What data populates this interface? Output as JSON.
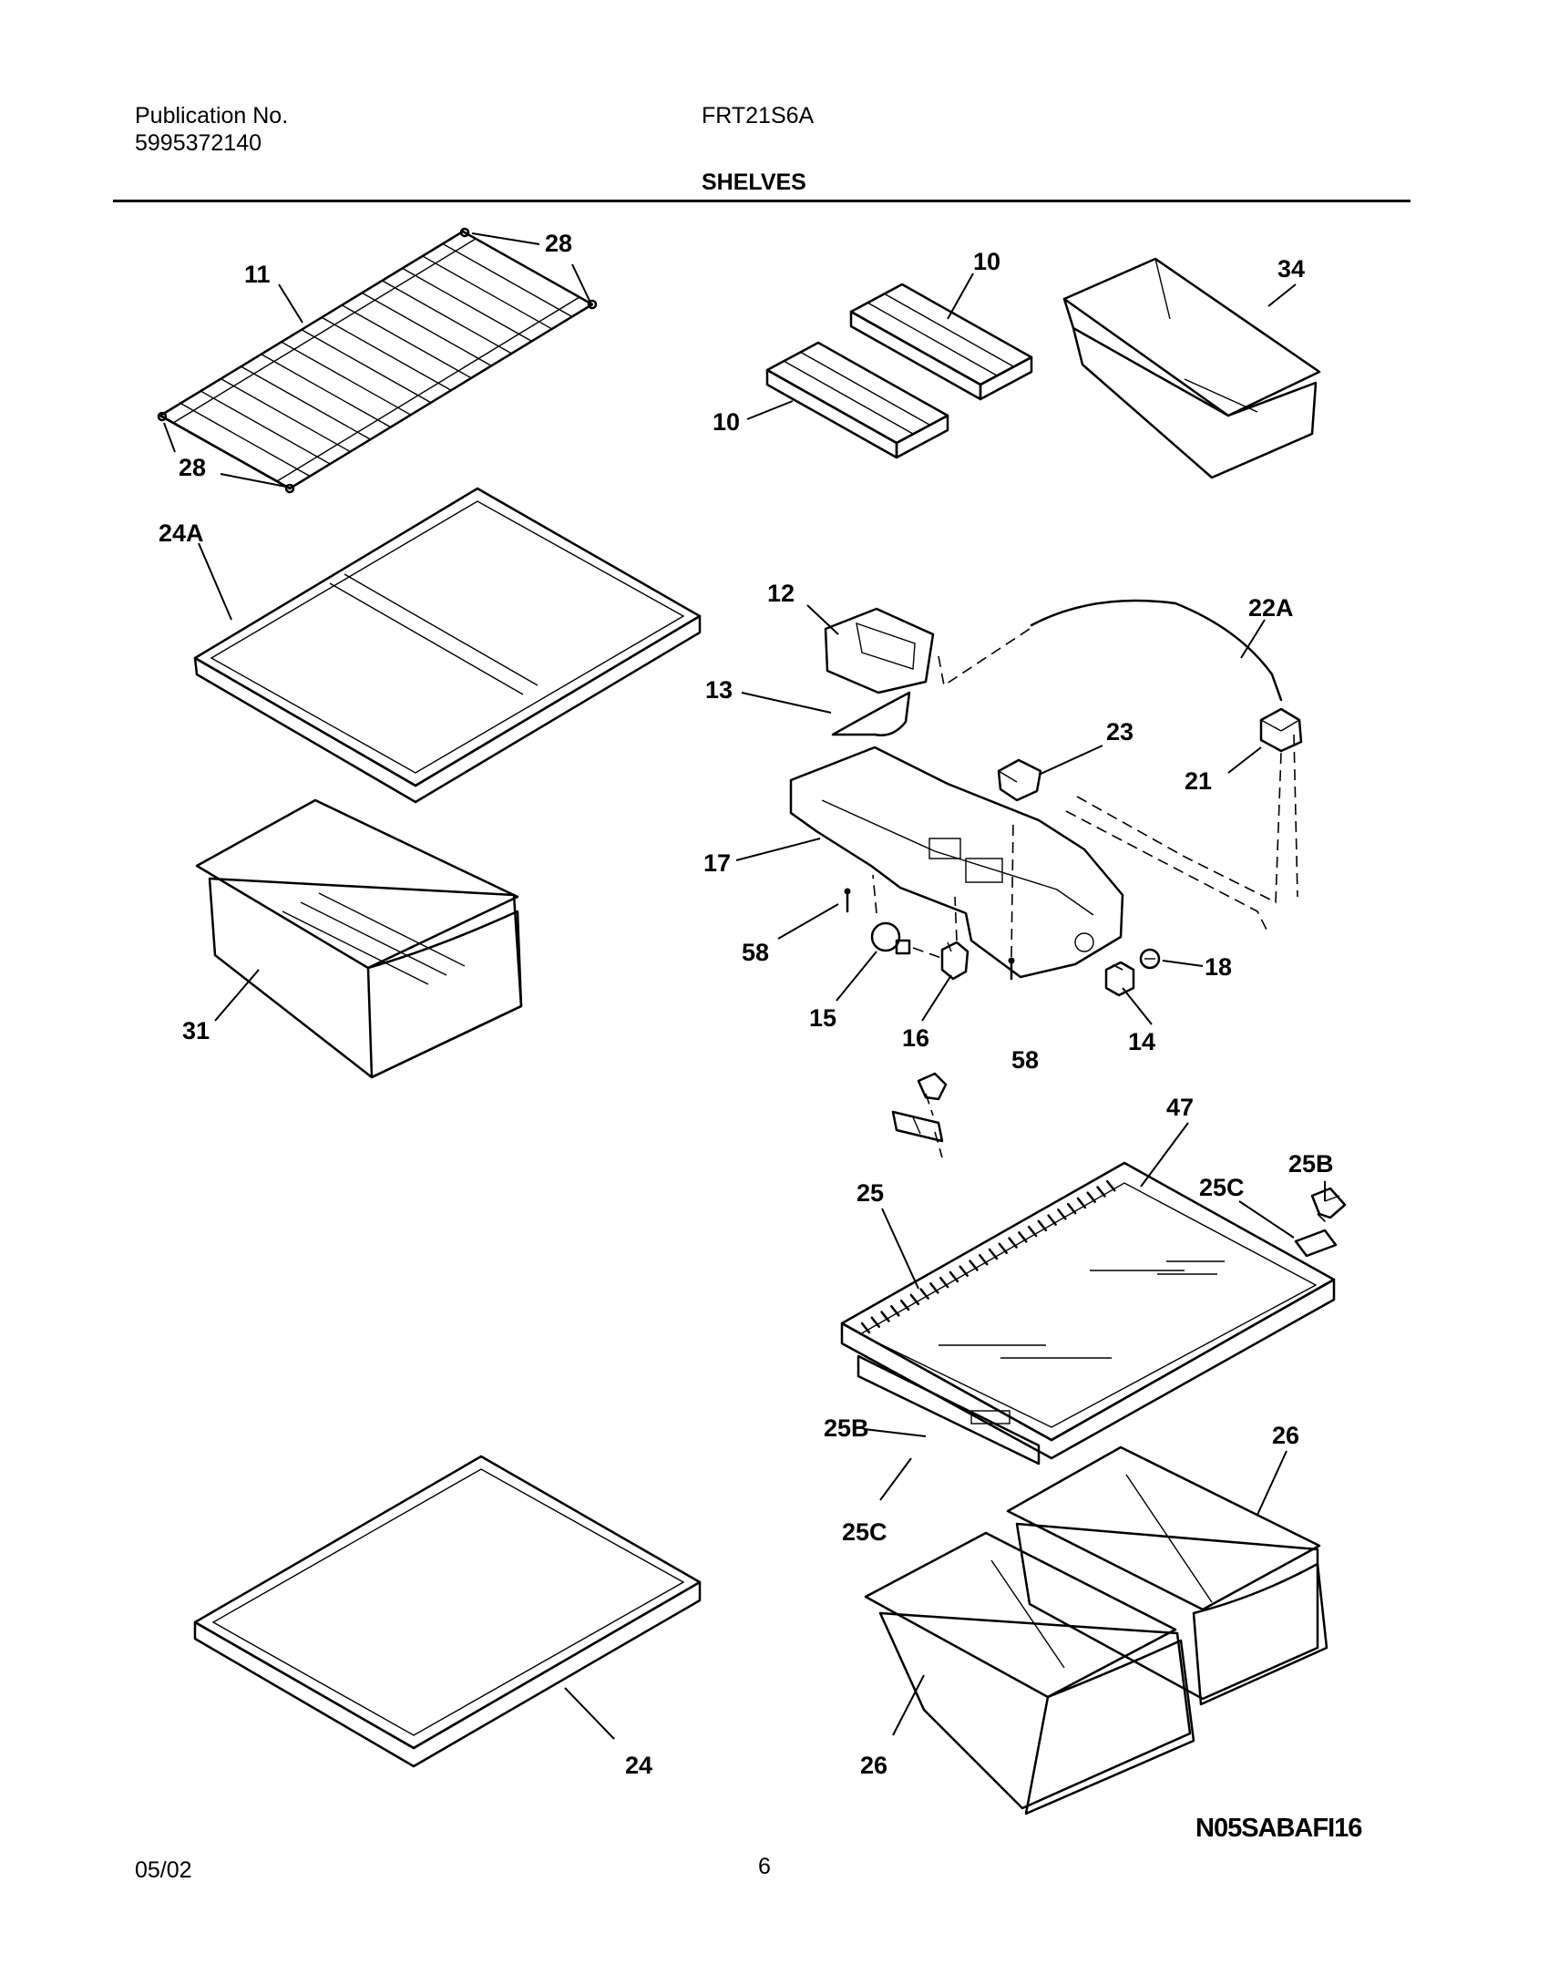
{
  "header": {
    "publication_label": "Publication No.",
    "publication_number": "5995372140",
    "model": "FRT21S6A",
    "section": "SHELVES"
  },
  "callouts": [
    {
      "id": "c-11",
      "label": "11"
    },
    {
      "id": "c-28a",
      "label": "28"
    },
    {
      "id": "c-28b",
      "label": "28"
    },
    {
      "id": "c-10a",
      "label": "10"
    },
    {
      "id": "c-10b",
      "label": "10"
    },
    {
      "id": "c-34",
      "label": "34"
    },
    {
      "id": "c-24a",
      "label": "24A"
    },
    {
      "id": "c-12",
      "label": "12"
    },
    {
      "id": "c-22a",
      "label": "22A"
    },
    {
      "id": "c-13",
      "label": "13"
    },
    {
      "id": "c-23",
      "label": "23"
    },
    {
      "id": "c-21",
      "label": "21"
    },
    {
      "id": "c-17",
      "label": "17"
    },
    {
      "id": "c-58a",
      "label": "58"
    },
    {
      "id": "c-18",
      "label": "18"
    },
    {
      "id": "c-15",
      "label": "15"
    },
    {
      "id": "c-16",
      "label": "16"
    },
    {
      "id": "c-58b",
      "label": "58"
    },
    {
      "id": "c-14",
      "label": "14"
    },
    {
      "id": "c-31",
      "label": "31"
    },
    {
      "id": "c-47",
      "label": "47"
    },
    {
      "id": "c-25b-top",
      "label": "25B"
    },
    {
      "id": "c-25c-top",
      "label": "25C"
    },
    {
      "id": "c-25",
      "label": "25"
    },
    {
      "id": "c-25b-low",
      "label": "25B"
    },
    {
      "id": "c-26-right",
      "label": "26"
    },
    {
      "id": "c-25c-low",
      "label": "25C"
    },
    {
      "id": "c-24",
      "label": "24"
    },
    {
      "id": "c-26-left",
      "label": "26"
    }
  ],
  "diagram_code": "N05SABAFI16",
  "footer": {
    "date": "05/02",
    "page": "6"
  }
}
